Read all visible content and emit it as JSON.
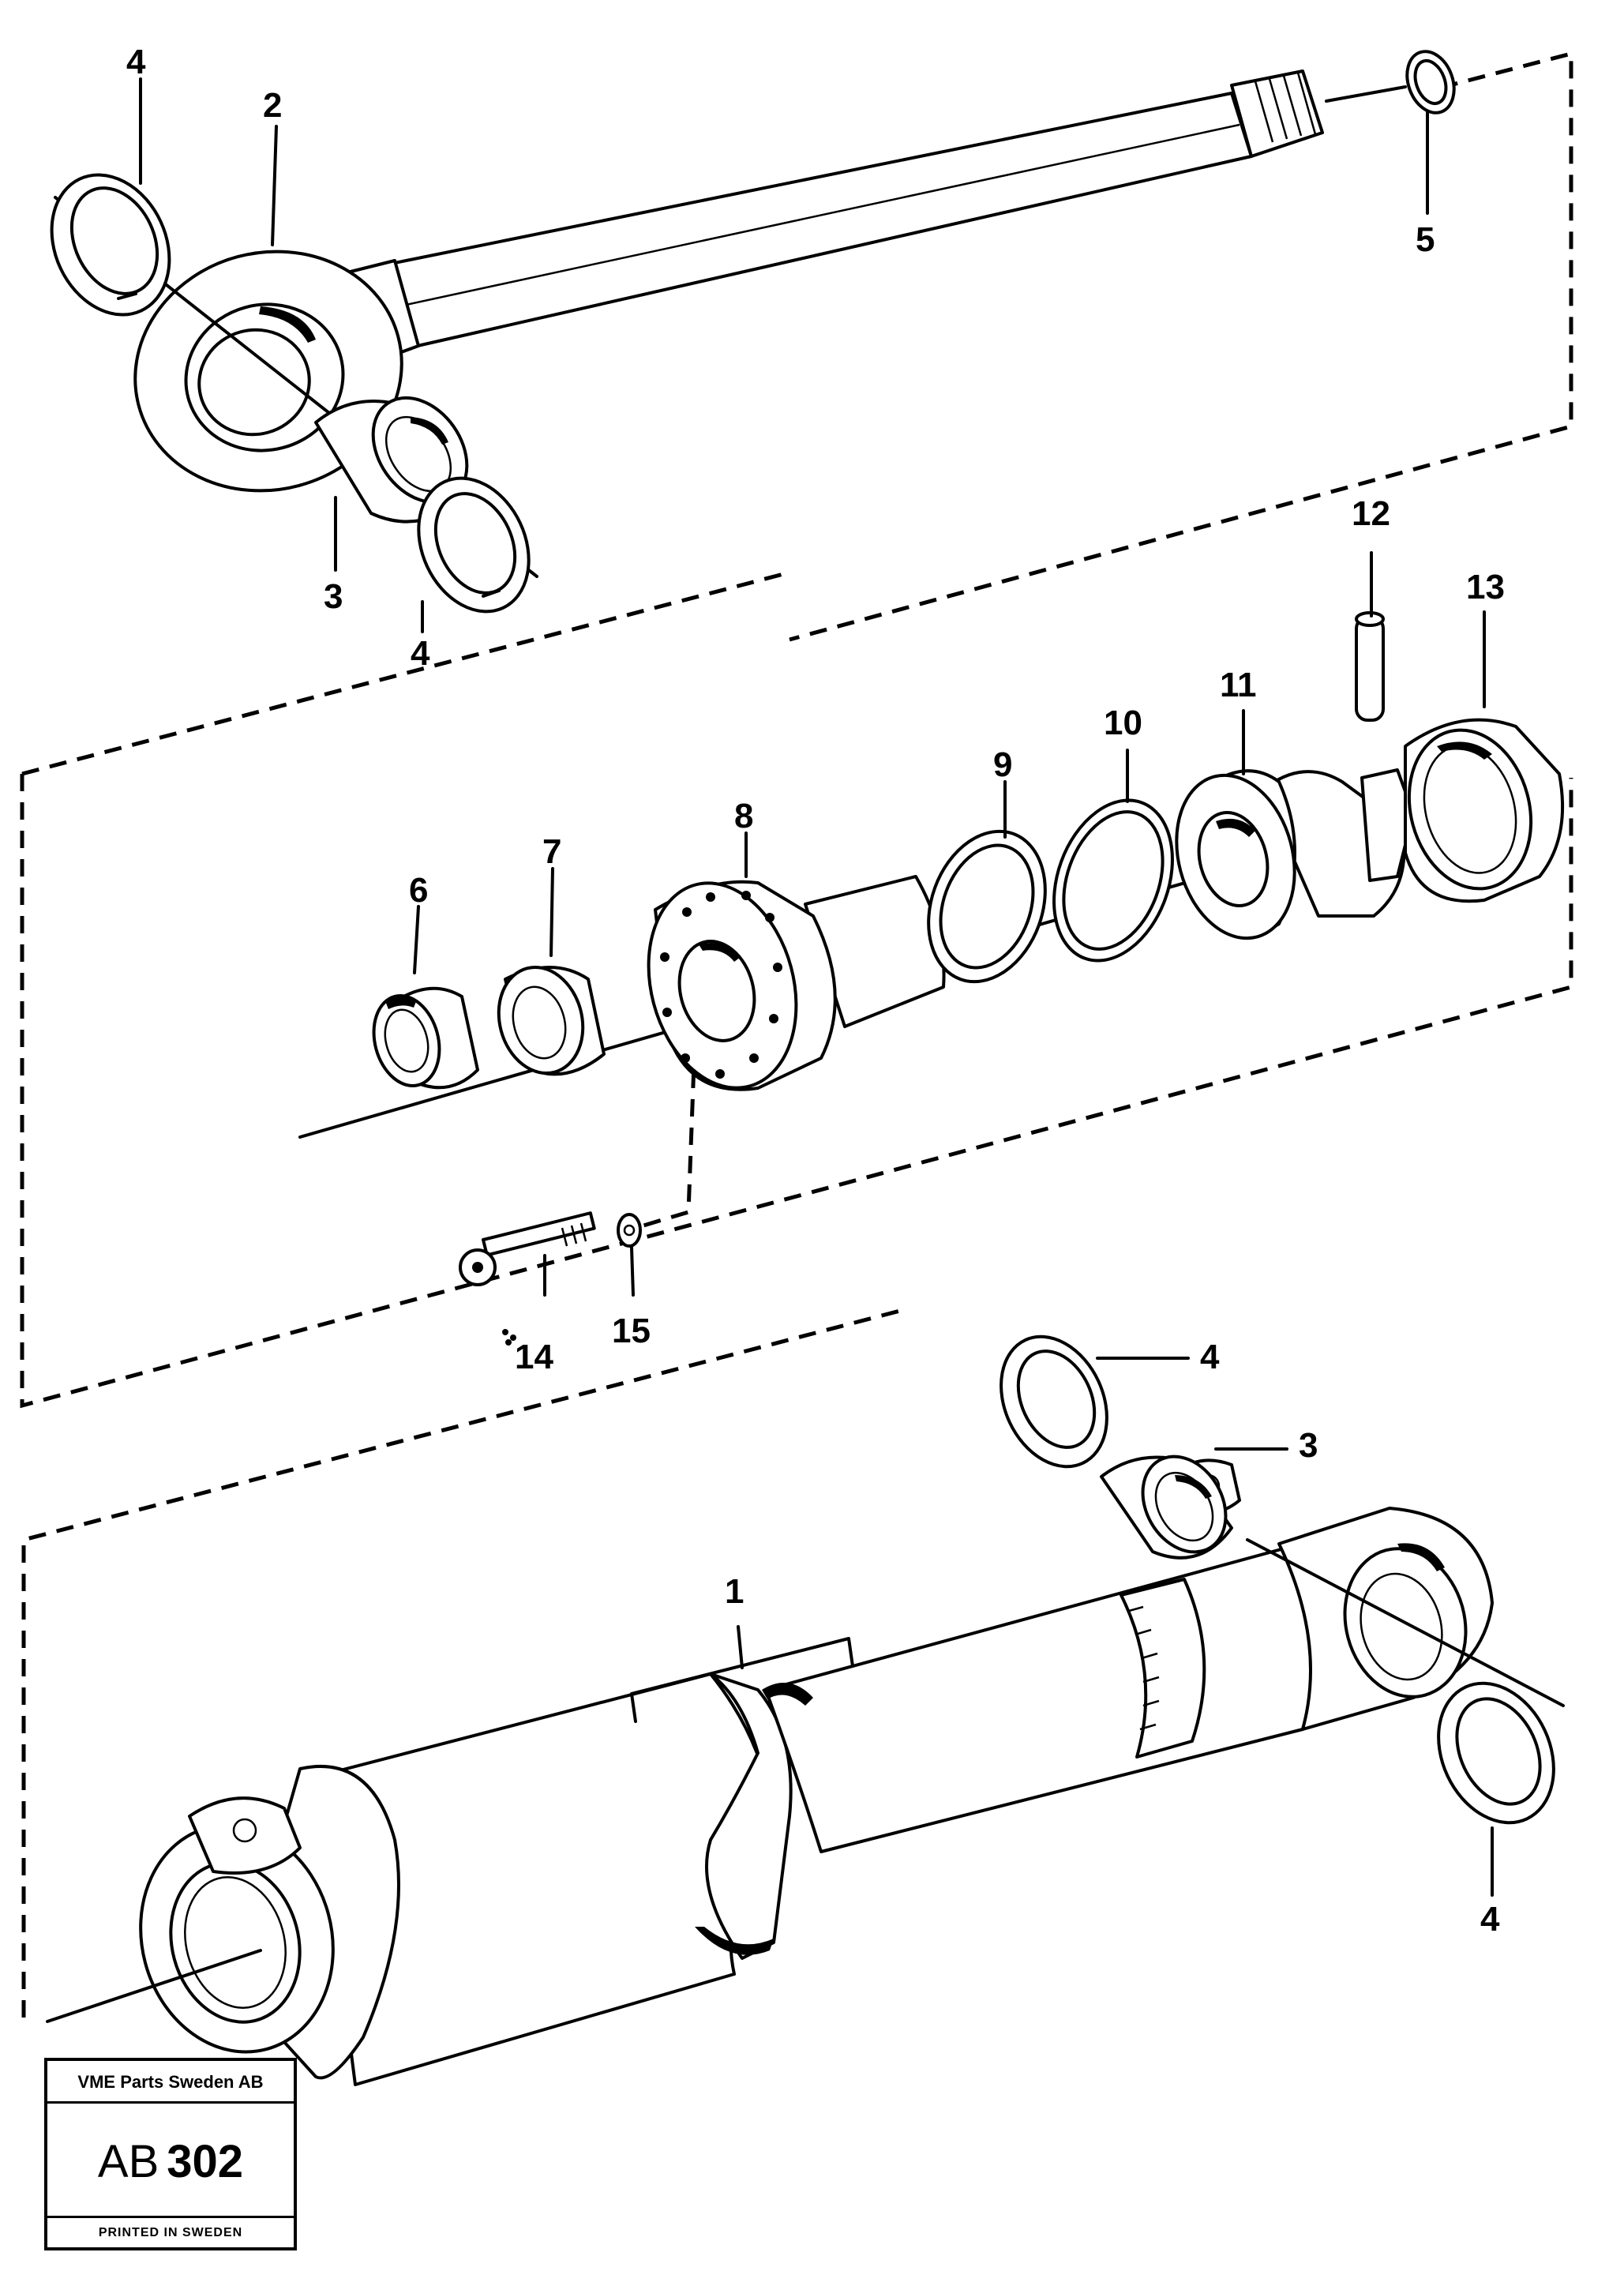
{
  "callouts": {
    "c1": "1",
    "c2": "2",
    "c3a": "3",
    "c3b": "3",
    "c4a": "4",
    "c4b": "4",
    "c4c": "4",
    "c4d": "4",
    "c5": "5",
    "c6": "6",
    "c7": "7",
    "c8": "8",
    "c9": "9",
    "c10": "10",
    "c11": "11",
    "c12": "12",
    "c13": "13",
    "c14": "14",
    "c15": "15"
  },
  "stamp": {
    "company": "VME Parts Sweden AB",
    "code_prefix": "AB",
    "code_number": "302",
    "footer": "PRINTED IN SWEDEN"
  }
}
